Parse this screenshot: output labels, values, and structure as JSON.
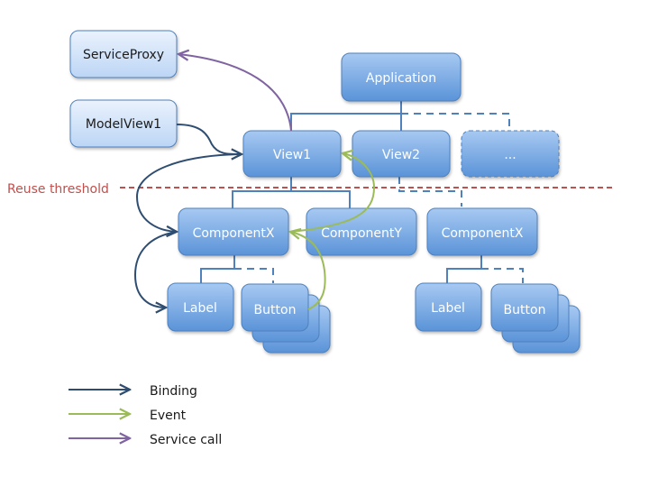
{
  "diagram": {
    "colors": {
      "node_top": "#a7c9f2",
      "node_bottom": "#5a93d8",
      "node_stroke": "#4f81bd",
      "light_top": "#eaf2fd",
      "light_bottom": "#bcd5f5",
      "connector": "#4f81bd",
      "threshold": "#c0504d",
      "binding": "#2e4d70",
      "event": "#9bbb59",
      "service_call": "#8064a2"
    },
    "nodes": {
      "service_proxy": "ServiceProxy",
      "model_view1": "ModelView1",
      "application": "Application",
      "view1": "View1",
      "view2": "View2",
      "more_views": "...",
      "component_x_left": "ComponentX",
      "component_y": "ComponentY",
      "component_x_right": "ComponentX",
      "label_left": "Label",
      "button_left": "Button",
      "label_right": "Label",
      "button_right": "Button"
    },
    "threshold_label": "Reuse threshold",
    "legend": [
      {
        "label": "Binding",
        "type": "binding"
      },
      {
        "label": "Event",
        "type": "event"
      },
      {
        "label": "Service call",
        "type": "service_call"
      }
    ]
  }
}
